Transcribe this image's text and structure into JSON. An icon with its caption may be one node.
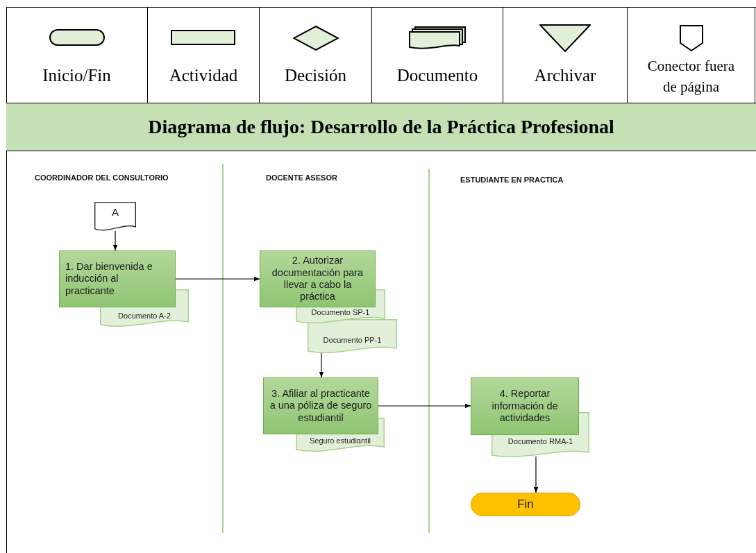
{
  "diagram": {
    "title": "Diagrama de flujo: Desarrollo de la Práctica Profesional",
    "legend": [
      {
        "text": "Inicio/Fin"
      },
      {
        "text": "Actividad"
      },
      {
        "text": "Decisión"
      },
      {
        "text": "Documento"
      },
      {
        "text": "Archivar"
      },
      {
        "text": "Conector fuera de página"
      }
    ],
    "labels": [
      "COORDINADOR DEL CONSULTORIO",
      "DOCENTE ASESOR",
      "ESTUDIANTE EN PRACTICA"
    ],
    "nodes": [
      {
        "text": [
          "A"
        ]
      },
      {
        "text": [
          "1. Dar bienvenida e inducción al practicante"
        ]
      },
      {
        "text": [
          "Documento A-2"
        ]
      },
      {
        "text": [
          "2. Autorizar documentación para llevar a cabo la práctica"
        ]
      },
      {
        "text": [
          "Documento SP-1"
        ]
      },
      {
        "text": [
          "Documento PP-1"
        ]
      },
      {
        "text": [
          "3. Afiliar al practicante a una póliza de seguro estudiantil"
        ]
      },
      {
        "text": [
          "Seguro estudiantil"
        ]
      },
      {
        "text": [
          "4. Reportar información de actividades"
        ]
      },
      {
        "text": [
          "Documento RMA-1"
        ]
      },
      {
        "text": [
          "Fin"
        ]
      }
    ],
    "edges": [
      {
        "from": 0,
        "to": 1,
        "arrow": "to"
      },
      {
        "from": 1,
        "to": 3,
        "arrow": "to"
      },
      {
        "from": 5,
        "to": 6,
        "arrow": "to"
      },
      {
        "from": 6,
        "to": 8,
        "arrow": "to"
      },
      {
        "from": 9,
        "to": 10,
        "arrow": "to"
      }
    ]
  }
}
